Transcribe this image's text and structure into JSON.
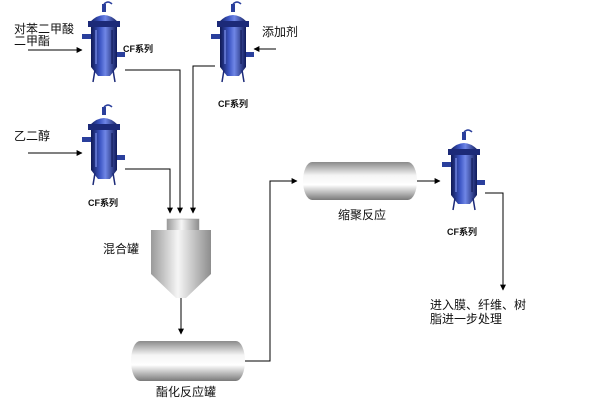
{
  "inputs": {
    "pta_line1": "对苯二甲酸",
    "pta_line2": "二甲酯",
    "additive": "添加剂",
    "glycol": "乙二醇"
  },
  "filters": {
    "label_1": "CF系列",
    "label_2": "CF系列",
    "label_3": "CF系列",
    "label_4": "CF系列"
  },
  "vessels": {
    "mixing_tank": "混合罐",
    "esterification_tank": "酯化反应罐",
    "polycondensation": "缩聚反应"
  },
  "output": {
    "line1": "进入膜、纤维、树",
    "line2": "脂进一步处理"
  },
  "colors": {
    "filter_blue": "#2a3f9c",
    "line": "#000000"
  }
}
